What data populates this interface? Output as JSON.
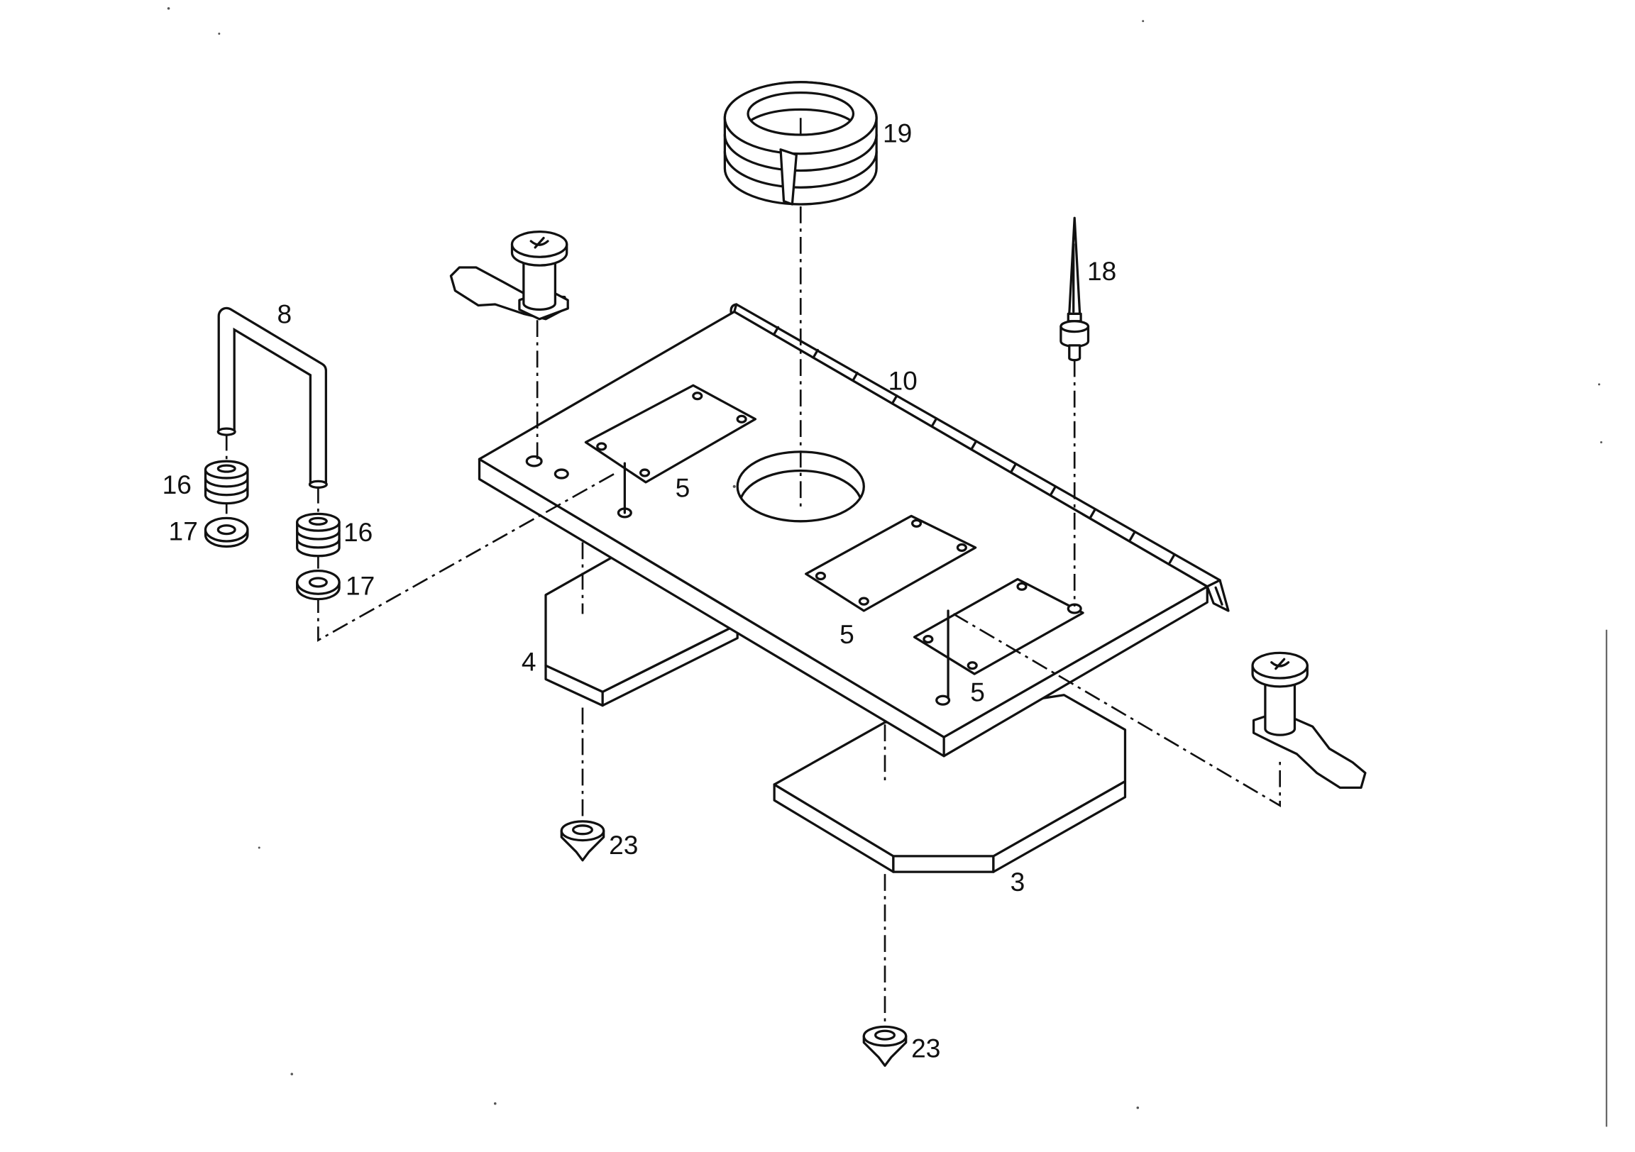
{
  "colors": {
    "ink": "#111111",
    "paper": "#ffffff"
  },
  "callouts": {
    "ring": "19",
    "pin": "18",
    "u_bar": "8",
    "base_plate": "10",
    "spring_washer_left": "16",
    "flat_washer_left": "17",
    "spring_washer_right": "16",
    "flat_washer_right": "17",
    "cover_plate_left": "5",
    "cover_plate_middle": "5",
    "cover_plate_right": "5",
    "block_left": "4",
    "block_right": "3",
    "foot_left": "23",
    "foot_right": "23"
  }
}
